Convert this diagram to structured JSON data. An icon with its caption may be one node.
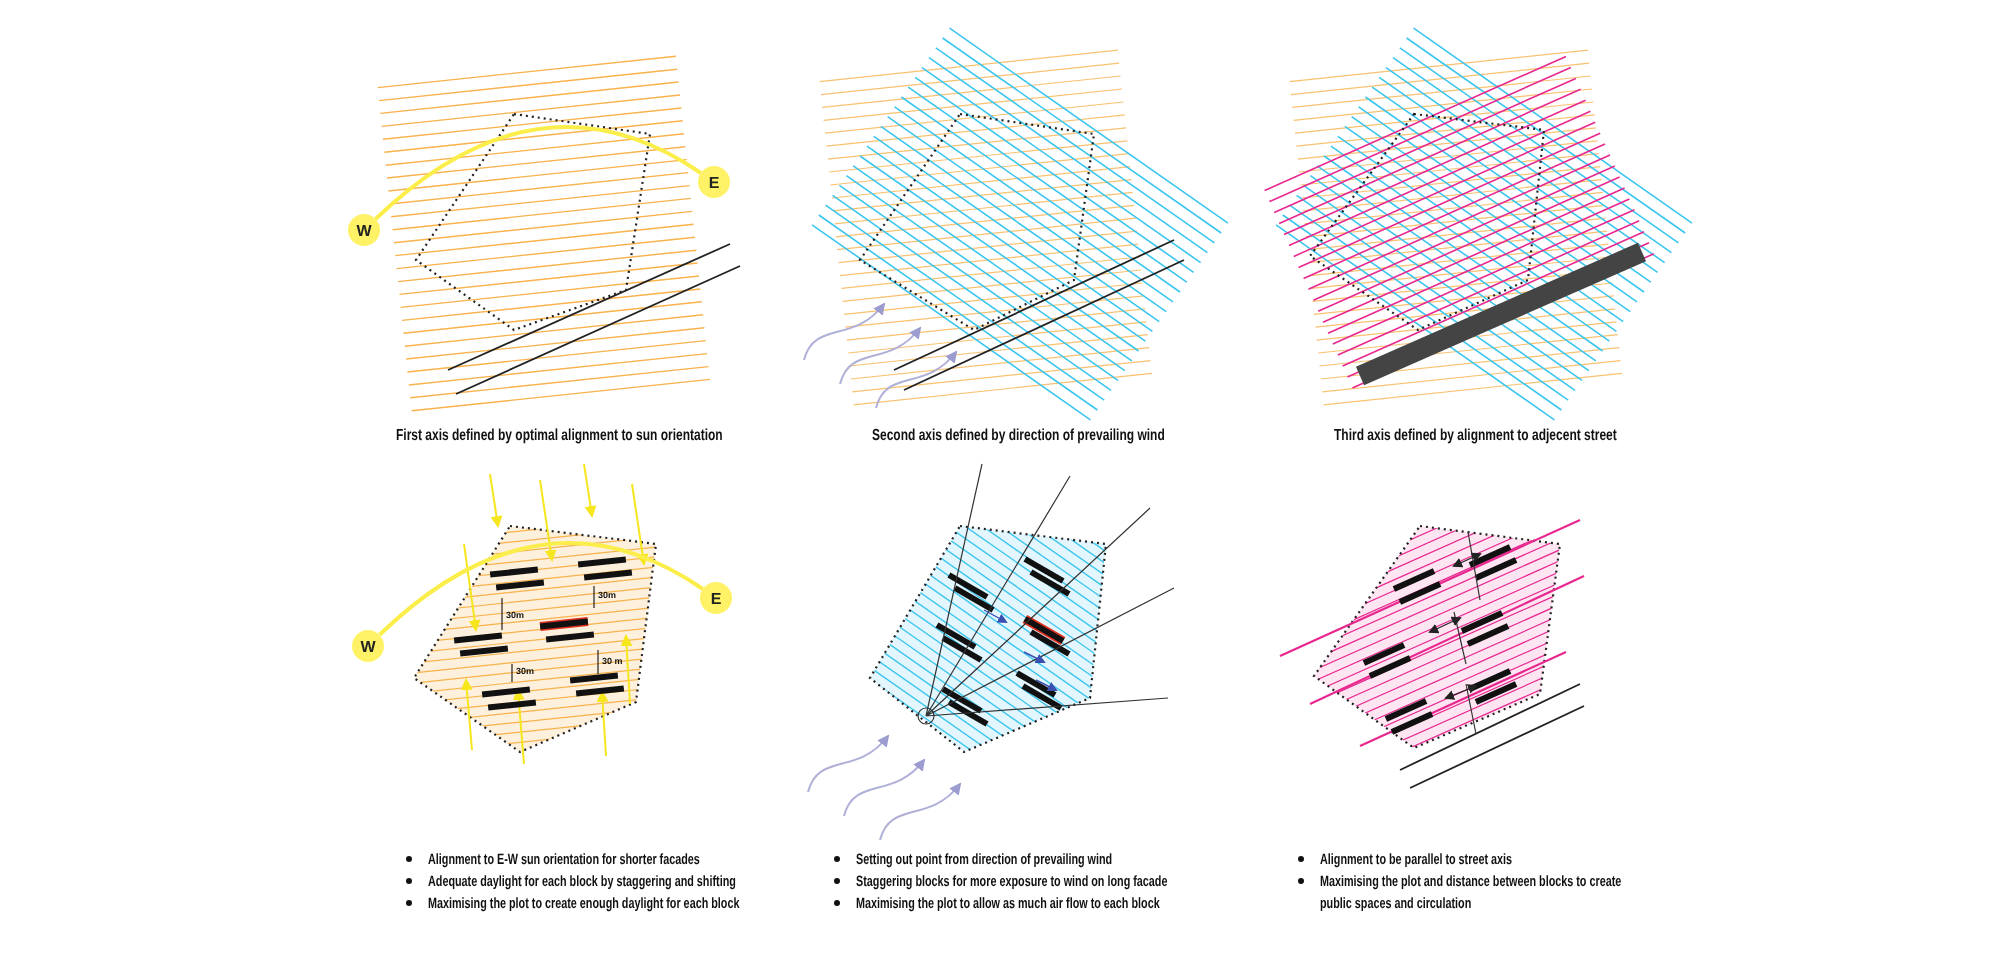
{
  "diagram": {
    "nodes": [
      {
        "text": [
          "W"
        ]
      },
      {
        "text": [
          "E"
        ]
      },
      {
        "text": [
          "W"
        ]
      },
      {
        "text": [
          "E"
        ]
      }
    ],
    "edges": [
      {
        "from": 0,
        "to": 1,
        "arrow": "none"
      },
      {
        "from": 2,
        "to": 3,
        "arrow": "none"
      }
    ],
    "labels": [
      "First axis defined by optimal alignment to sun orientation",
      "Second axis defined by direction of prevailing wind",
      "Third axis defined by alignment to adjecent street",
      "30m",
      "30m",
      "30m",
      "30 m",
      "Alignment to E-W sun orientation for shorter facades",
      "Adequate daylight for each block by staggering and shifting",
      "Maximising the plot to create enough daylight for each block",
      "Setting out point from direction of prevailing wind",
      "Staggering blocks for more exposure to wind on long facade",
      "Maximising the plot to allow as much air flow to each block",
      "Alignment to be parallel to street axis",
      "Maximising the plot and distance between blocks to create public spaces and circulation"
    ]
  }
}
